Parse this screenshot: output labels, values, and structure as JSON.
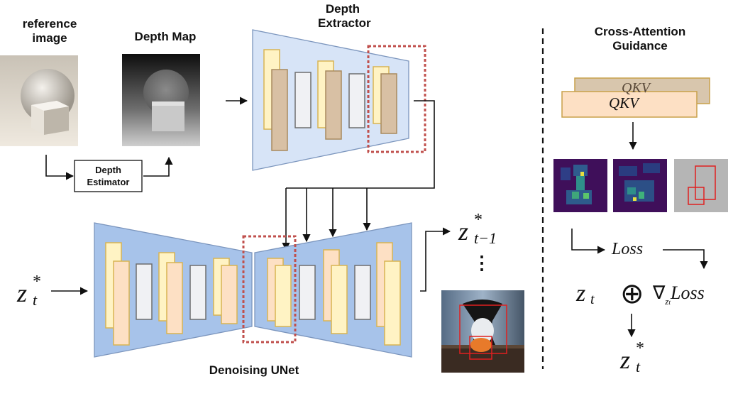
{
  "labels": {
    "reference_image": "reference image",
    "depth_map": "Depth Map",
    "depth_extractor": "Depth Extractor",
    "depth_estimator": "Depth Estimator",
    "denoising_unet": "Denoising UNet",
    "cross_attention_guidance": "Cross-Attention Guidance"
  },
  "math": {
    "qkv_back": "QKV",
    "qkv_front": "QKV",
    "loss": "Loss",
    "z": "z",
    "z_sub_t": "t",
    "star": "*",
    "t_minus_1": "t−1",
    "ellipsis": "⋮",
    "oplus": "⊕",
    "nabla": "∇",
    "grad_loss": "Loss"
  },
  "colors": {
    "encoder_fill": "#a7c3ea",
    "extractor_fill": "#d7e4f7",
    "block_yellow": "#fff3c4",
    "block_tan": "#d8c0a4",
    "block_peach": "#fde0c4",
    "block_gray": "#f0f1f4",
    "dashed_red": "#c0504d"
  }
}
